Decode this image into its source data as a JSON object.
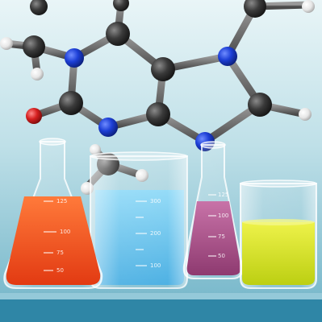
{
  "colors": {
    "background_top": "#cfe8ee",
    "background_bottom": "#6fb3c7",
    "bottom_bar": "#2f86a6",
    "carbon": "#3a3a3a",
    "nitrogen": "#1d3fd6",
    "oxygen": "#d62020",
    "hydrogen": "#f2f2f2",
    "red_liquid": "#f05a24",
    "blue_liquid": "#5fc4ef",
    "purple_liquid": "#b0548f",
    "yellow_liquid": "#d8e626"
  },
  "icons": {
    "molecule": "molecule-icon",
    "flask": "conical-flask-icon",
    "beaker": "beaker-icon"
  },
  "glassware": {
    "red_flask": {
      "marks": [
        "125",
        "100",
        "75",
        "50"
      ]
    },
    "blue_beaker": {
      "marks": [
        "300",
        "200",
        "100"
      ]
    },
    "purple_flask": {
      "marks": [
        "125",
        "100",
        "75",
        "50"
      ]
    },
    "yellow_beaker": {
      "marks": []
    }
  }
}
